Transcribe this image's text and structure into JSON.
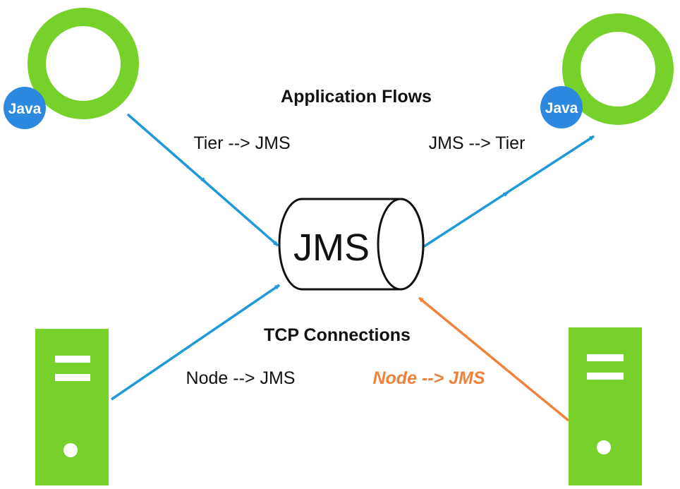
{
  "sections": {
    "application_flows": "Application Flows",
    "tcp_connections": "TCP Connections"
  },
  "queue": {
    "label": "JMS"
  },
  "tiers": [
    {
      "badge": "Java"
    },
    {
      "badge": "Java"
    }
  ],
  "flows": {
    "tier_to_jms": "Tier --> JMS",
    "jms_to_tier": "JMS --> Tier",
    "node_to_jms": "Node --> JMS",
    "node_to_jms_highlight": "Node --> JMS"
  },
  "colors": {
    "tier_ring": "#76d12b",
    "node_fill": "#76d12b",
    "java_badge": "#2d88e0",
    "flow_arrow": "#1e9ad8",
    "highlight_arrow": "#f0823c",
    "text": "#111111"
  }
}
